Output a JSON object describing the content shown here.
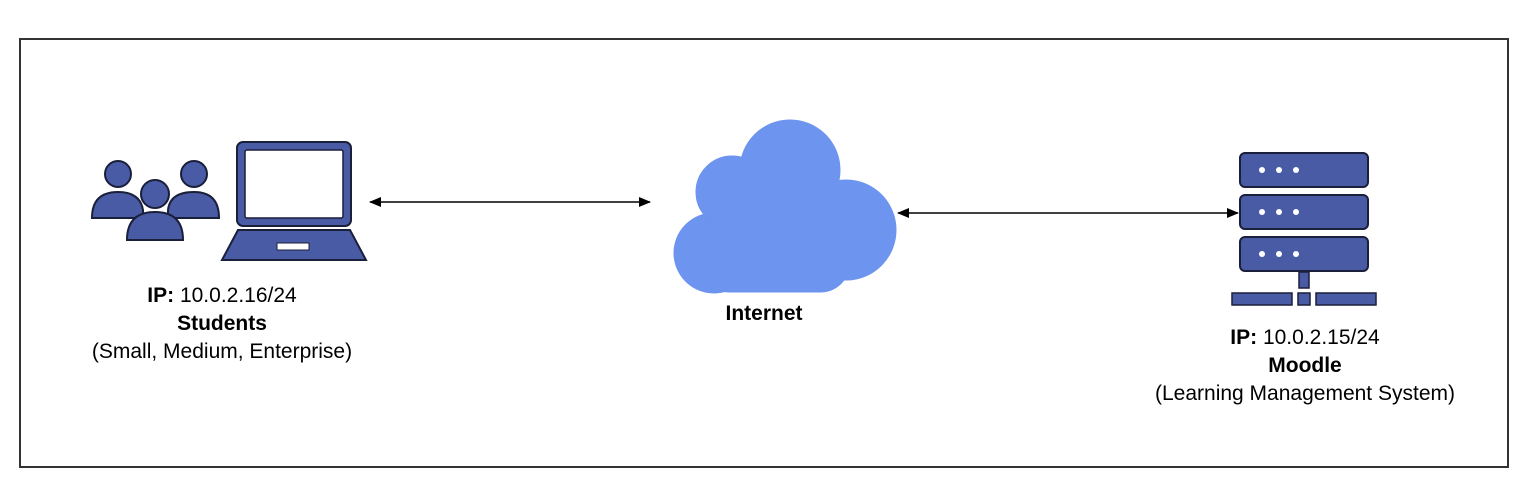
{
  "colors": {
    "icon_fill": "#4a5ba6",
    "icon_stroke": "#1a1f3a",
    "cloud_fill": "#6d94ee",
    "server_dot": "#ffffff",
    "border": "#333333"
  },
  "nodes": {
    "students": {
      "icons": [
        "users-icon",
        "laptop-icon"
      ],
      "ip_key": "IP:",
      "ip_value": "10.0.2.16/24",
      "title": "Students",
      "subtitle": "(Small, Medium, Enterprise)"
    },
    "internet": {
      "icons": [
        "cloud-icon"
      ],
      "title": "Internet"
    },
    "moodle": {
      "icons": [
        "server-icon"
      ],
      "ip_key": "IP:",
      "ip_value": "10.0.2.15/24",
      "title": "Moodle",
      "subtitle": "(Learning Management System)"
    }
  },
  "edges": [
    {
      "from": "students",
      "to": "internet",
      "type": "bidirectional-arrow"
    },
    {
      "from": "internet",
      "to": "moodle",
      "type": "bidirectional-arrow"
    }
  ]
}
